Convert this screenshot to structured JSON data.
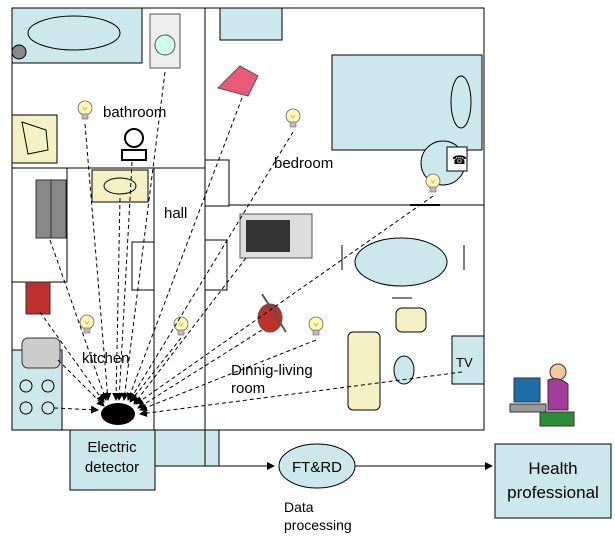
{
  "rooms": {
    "bathroom": "bathroom",
    "bedroom": "bedroom",
    "hall": "hall",
    "kitchen": "kitchen",
    "dining_living": [
      "Dinnig-living",
      "room"
    ]
  },
  "appliances": {
    "tv": "TV"
  },
  "pipeline": {
    "detector": [
      "Electric",
      "detector"
    ],
    "processor": "FT&RD",
    "processing_caption": [
      "Data",
      "processing"
    ],
    "recipient": [
      "Health",
      "professional"
    ]
  },
  "colors": {
    "box_fill": "#cde8ec",
    "wall": "#000000",
    "bulb": "#fff6b0",
    "sofa": "#f4f1c4"
  }
}
